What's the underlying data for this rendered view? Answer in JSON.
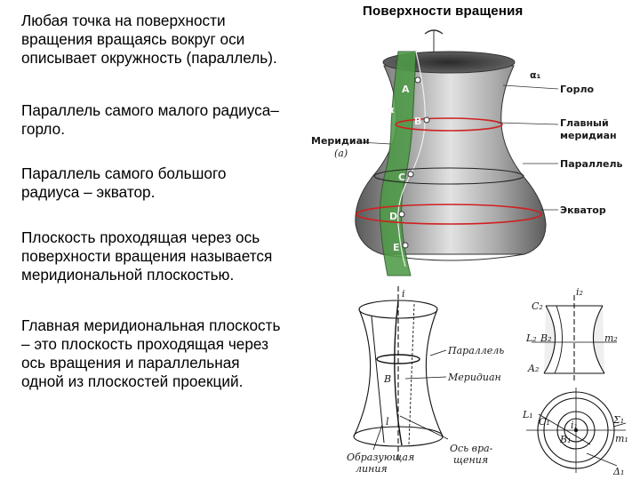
{
  "header": {
    "title": "Поверхности  вращения"
  },
  "text": {
    "p1": "Любая точка на поверхности\nвращения вращаясь вокруг оси\nописывает окружность (параллель).",
    "p2": "Параллель самого малого радиуса–\nгорло.",
    "p3": "Параллель самого большого\nрадиуса – экватор.",
    "p4": "Плоскость проходящая через ось\nповерхности вращения называется\nмеридиональной плоскостью.",
    "p5": "Главная меридиональная плоскость\n– это плоскость проходящая через\nось  вращения и параллельная\nодной из плоскостей проекций."
  },
  "figure_vase": {
    "labels": {
      "alpha1": "α₁",
      "gorlo": "Горло",
      "glavny": "Главный",
      "meridian_word": "меридиан",
      "parallel": "Параллель",
      "ekvator": "Экватор",
      "meridian_left": "Меридиан",
      "meridian_a": "(a)",
      "alpha": "α",
      "A": "A",
      "B": "B",
      "C": "C",
      "D": "D",
      "E": "E"
    }
  },
  "figure_hyperboloid": {
    "labels": {
      "i": "i",
      "B": "B",
      "l": "l",
      "parallel": "Параллель",
      "meridian": "Меридиан",
      "os1": "Ось вра-",
      "os2": "щения",
      "obr1": "Образующая",
      "obr2": "линия"
    }
  },
  "figure_projection": {
    "labels": {
      "i2": "i₂",
      "c2": "C₂",
      "l2": "L₂",
      "b2": "B₂",
      "m2": "m₂",
      "a2": "A₂",
      "l1": "L₁",
      "c1": "C₁",
      "i1": "i₁",
      "sigma1": "Σ₁",
      "b1": "B₁",
      "m1": "m₁",
      "delta1": "Δ₁"
    }
  },
  "colors": {
    "surface_light": "#d6d6d6",
    "surface_dark": "#6e6e6e",
    "meridian_green": "#3e8a3a",
    "parallel_red": "#d02020"
  }
}
